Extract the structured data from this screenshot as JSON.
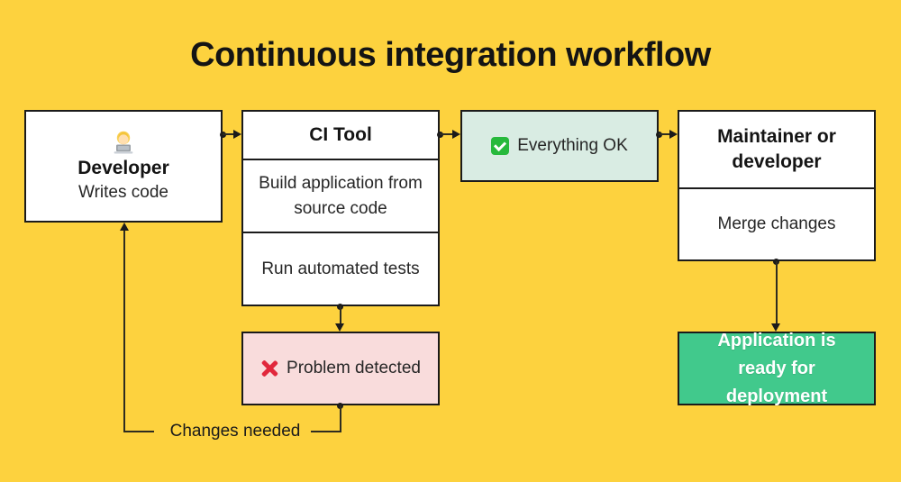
{
  "title": "Continuous integration workflow",
  "colors": {
    "background": "#FDD23E",
    "node_border": "#1B1B1B",
    "ok_fill": "#D9ECE3",
    "problem_fill": "#F9DCDC",
    "deploy_fill": "#41C98C",
    "check_green": "#27B93C",
    "cross_red": "#E1283C"
  },
  "nodes": {
    "developer": {
      "icon": "technologist-emoji",
      "title": "Developer",
      "subtitle": "Writes code"
    },
    "ci_tool": {
      "title": "CI Tool",
      "steps": [
        "Build application from source code",
        "Run automated tests"
      ]
    },
    "everything_ok": {
      "icon": "check-mark-icon",
      "label": "Everything OK"
    },
    "maintainer": {
      "title": "Maintainer or developer",
      "subtitle": "Merge changes"
    },
    "problem_detected": {
      "icon": "cross-mark-icon",
      "label": "Problem detected"
    },
    "deployment": {
      "label": "Application is ready for deployment"
    }
  },
  "edges": {
    "changes_needed_label": "Changes needed"
  }
}
